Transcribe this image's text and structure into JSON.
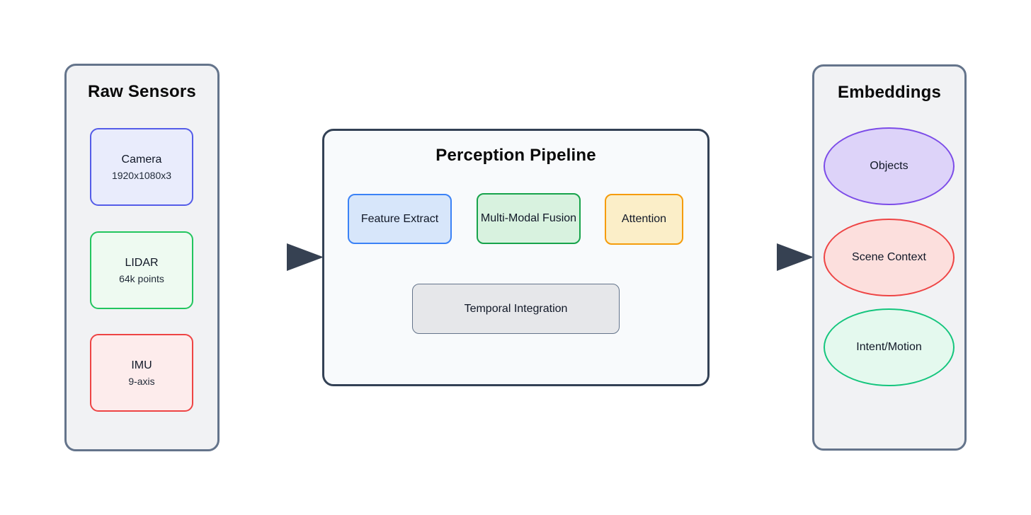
{
  "canvas": {
    "background": "#ffffff"
  },
  "diagram": {
    "panels": {
      "raw_sensors": {
        "title": "Raw Sensors",
        "fill": "#f1f2f4",
        "border": "#64748b",
        "nodes": [
          {
            "label": "Camera",
            "sublabel": "1920x1080x3",
            "fill": "#e9ecfc",
            "border": "#545ce8"
          },
          {
            "label": "LIDAR",
            "sublabel": "64k points",
            "fill": "#eefaf1",
            "border": "#22c55e"
          },
          {
            "label": "IMU",
            "sublabel": "9-axis",
            "fill": "#fdecec",
            "border": "#ee4444"
          }
        ]
      },
      "perception_pipeline": {
        "title": "Perception Pipeline",
        "fill": "#f8fafc",
        "border": "#334155",
        "nodes": [
          {
            "label": "Feature Extract",
            "fill": "#d7e6fa",
            "border": "#3b82f6"
          },
          {
            "label": "Multi-Modal Fusion",
            "fill": "#d8f2df",
            "border": "#17a34b"
          },
          {
            "label": "Attention",
            "fill": "#fbeec8",
            "border": "#f59c0b"
          },
          {
            "label": "Temporal Integration",
            "fill": "#e6e7ea",
            "border": "#64748b"
          }
        ]
      },
      "embeddings": {
        "title": "Embeddings",
        "fill": "#f1f2f4",
        "border": "#64748b",
        "nodes": [
          {
            "label": "Objects",
            "fill": "#ddd3f9",
            "border": "#7c4ce8"
          },
          {
            "label": "Scene Context",
            "fill": "#fcdfdd",
            "border": "#ee4444"
          },
          {
            "label": "Intent/Motion",
            "fill": "#e4f9ee",
            "border": "#14c57d"
          }
        ]
      }
    },
    "arrows": [
      {
        "name": "sensors-to-pipeline",
        "color": "#364152"
      },
      {
        "name": "pipeline-to-embeddings",
        "color": "#364152"
      }
    ]
  }
}
